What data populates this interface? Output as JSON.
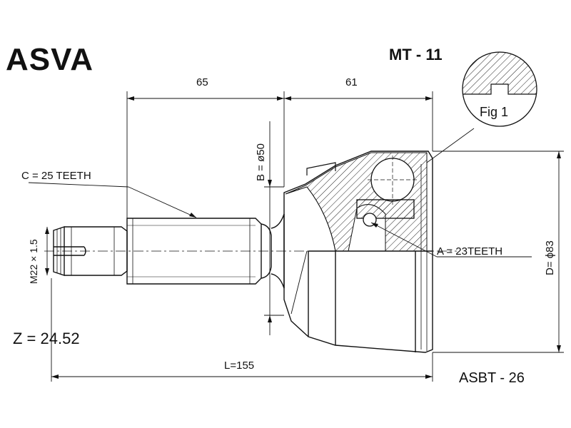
{
  "brand": "ASVA",
  "part_number": "MT - 11",
  "catalog_code": "ASBT - 26",
  "z_value": "Z = 24.52",
  "dimensions": {
    "len_left": "65",
    "len_right": "61",
    "total_length": "L=155",
    "b_diameter": "B = ø50",
    "d_diameter": "D= ϕ83",
    "thread": "M22 × 1.5"
  },
  "splines": {
    "c_teeth": "C = 25 TEETH",
    "a_teeth": "A = 23TEETH"
  },
  "figure_label": "Fig 1"
}
